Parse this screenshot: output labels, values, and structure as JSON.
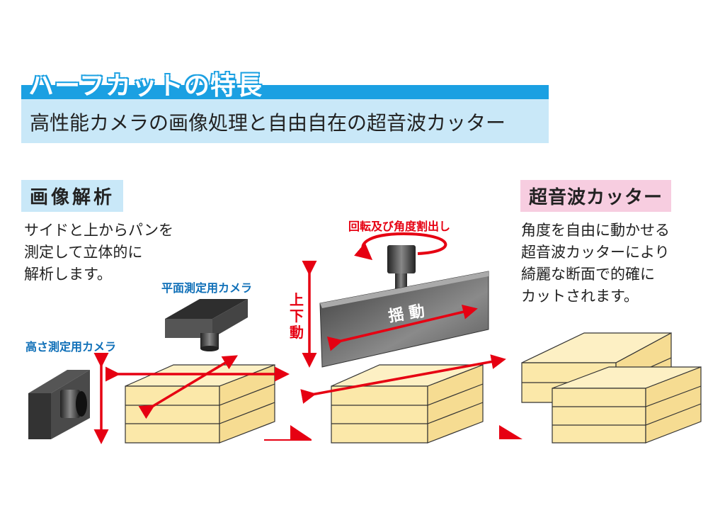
{
  "header": {
    "title": "ハーフカットの特長",
    "subtitle": "高性能カメラの画像処理と自由自在の超音波カッター"
  },
  "analysis": {
    "label": "画像解析",
    "lines": [
      "サイドと上からパンを",
      "測定して立体的に",
      "解析します。"
    ],
    "top_camera_label": "平面測定用カメラ",
    "side_camera_label": "高さ測定用カメラ"
  },
  "cutter_motion": {
    "rotation_label": "回転及び角度割出し",
    "vertical_label": [
      "上",
      "下",
      "動"
    ],
    "swing_label": "揺 動"
  },
  "cutter": {
    "label": "超音波カッター",
    "lines": [
      "角度を自由に動かせる",
      "超音波カッターにより",
      "綺麗な断面で的確に",
      "カットされます。"
    ]
  },
  "colors": {
    "accent_blue": "#1ba0e2",
    "light_blue": "#c9e8f8",
    "pink": "#f7cde0",
    "arrow_red": "#e60012",
    "cream": "#fbe8a9"
  }
}
